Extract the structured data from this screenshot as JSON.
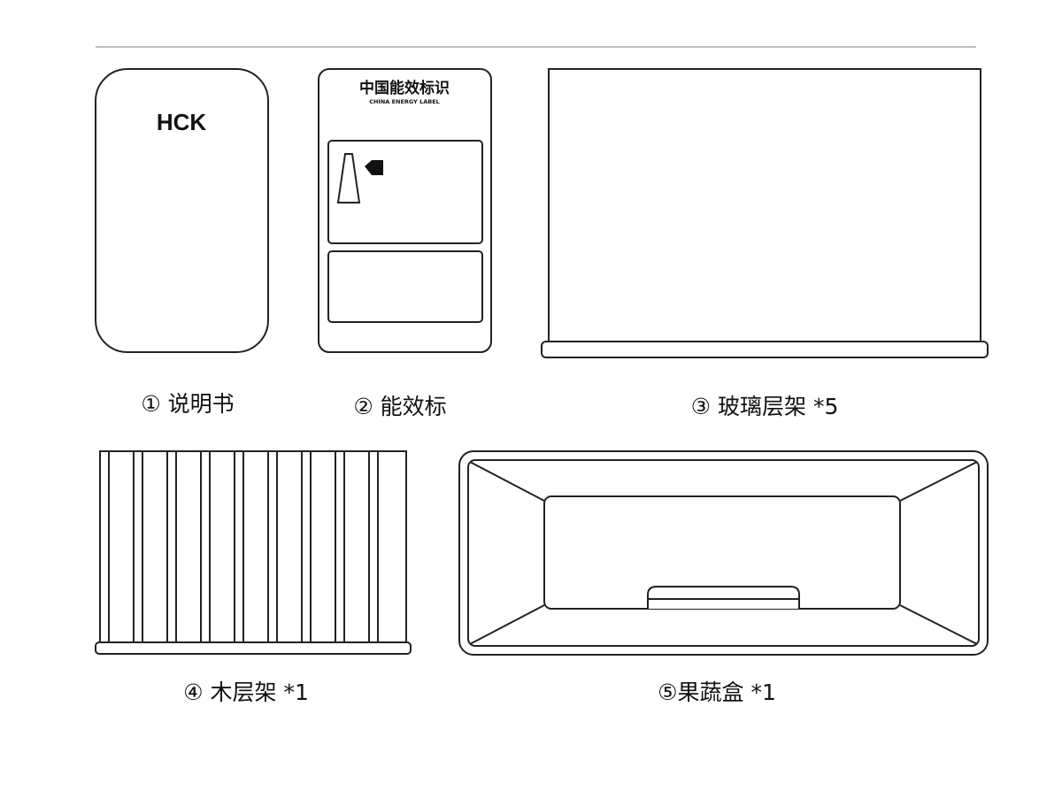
{
  "items": [
    {
      "label": "① 说明书",
      "logo_text": "HCK"
    },
    {
      "label": "② 能效标",
      "title_cn": "中国能效标识",
      "title_en": "CHINA  ENERGY  LABEL"
    },
    {
      "label": "③ 玻璃层架 *5"
    },
    {
      "label": "④ 木层架 *1"
    },
    {
      "label": "⑤果蔬盒 *1"
    }
  ]
}
